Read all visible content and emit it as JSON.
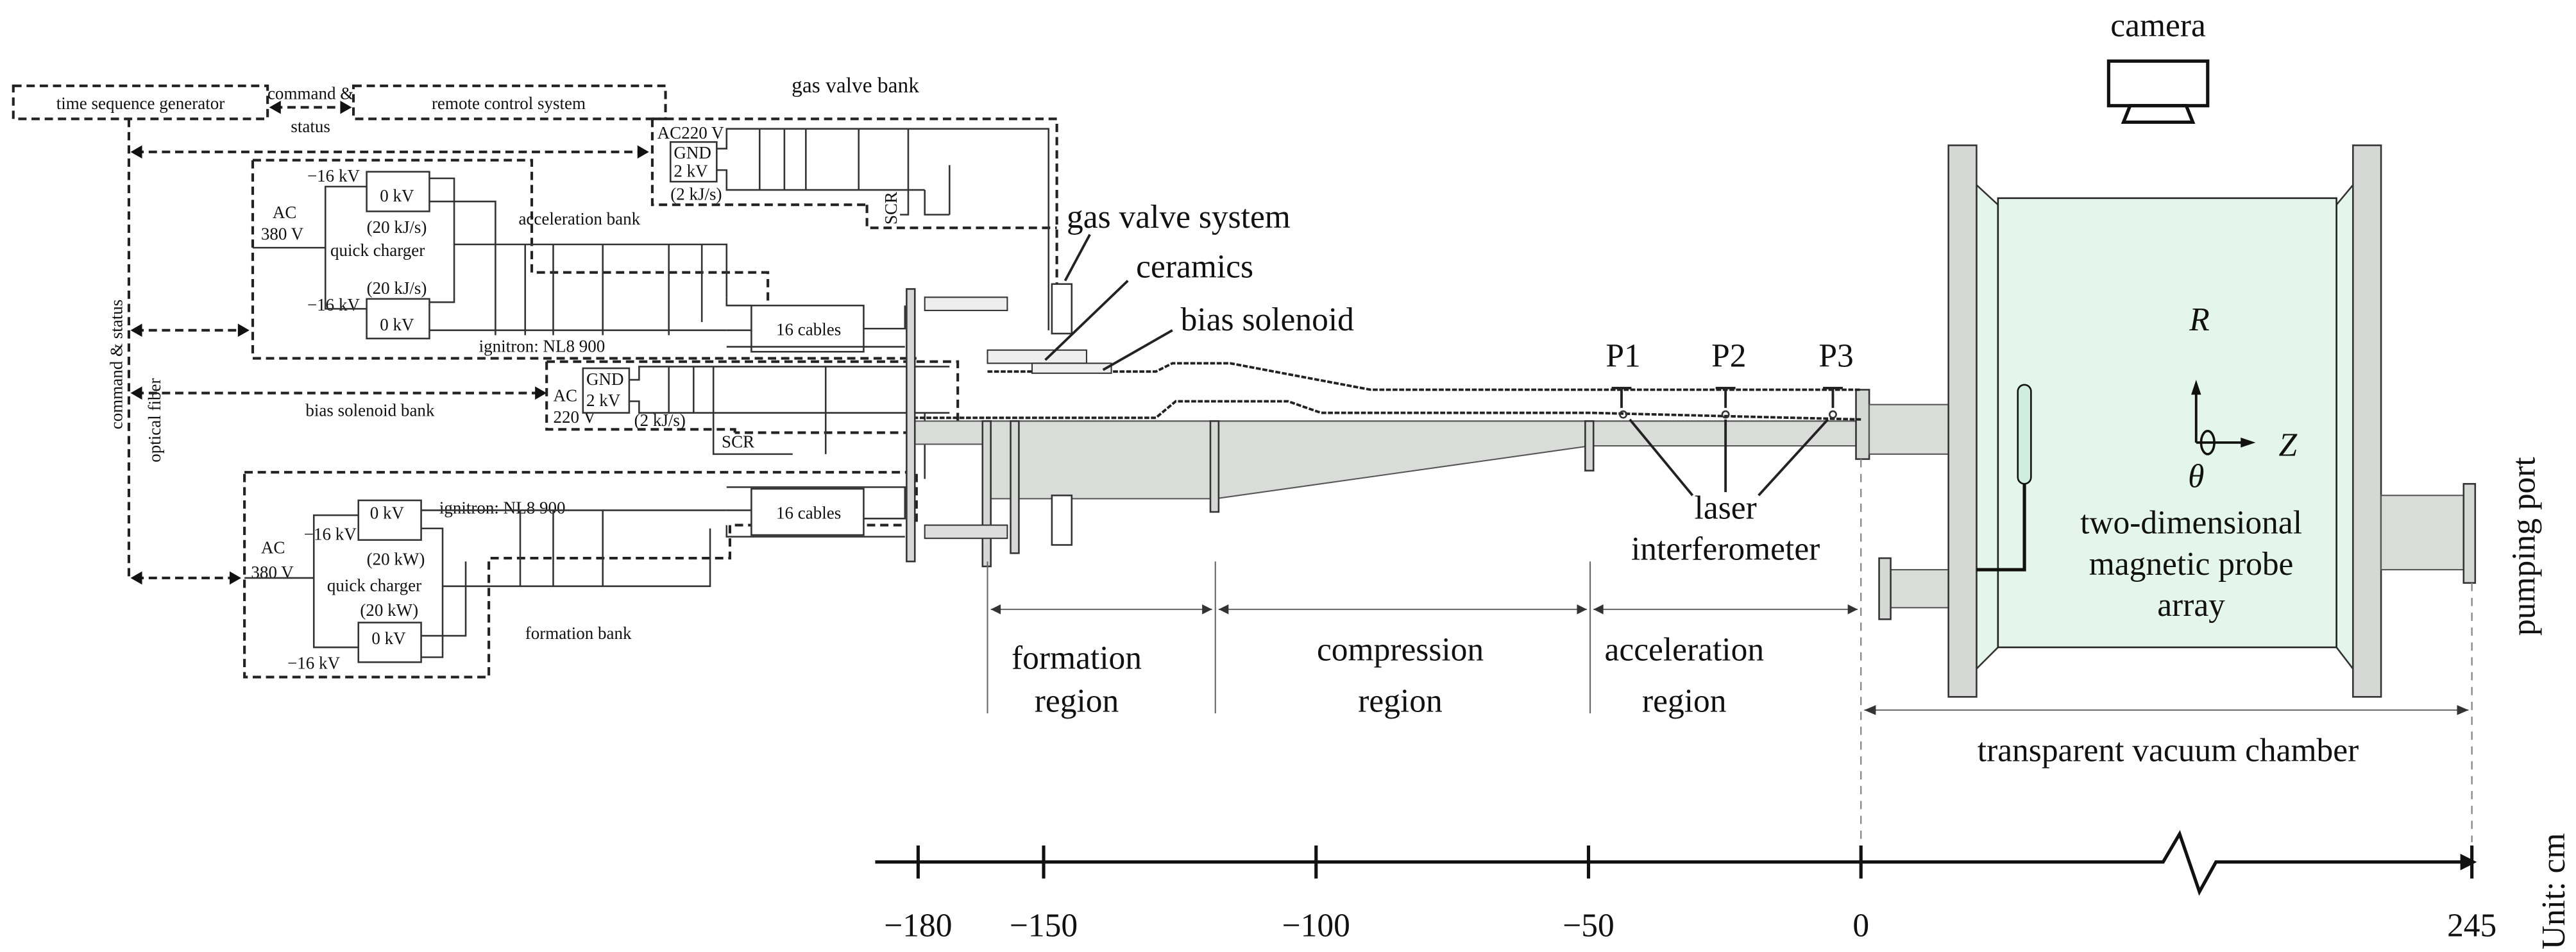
{
  "control": {
    "time_sequence_generator": "time sequence generator",
    "command_status_top_1": "command &",
    "command_status_top_2": "status",
    "remote_control_system": "remote control system",
    "command_status_side": "command & status",
    "optical_fiber": "optical fiber"
  },
  "gas_valve_bank": {
    "title": "gas valve bank",
    "ac": "AC220 V",
    "gnd": "GND",
    "kv": "2 kV",
    "rate": "(2 kJ/s)",
    "scr": "SCR"
  },
  "acceleration_bank": {
    "title": "acceleration bank",
    "ac": "AC",
    "v380": "380 V",
    "neg16_top": "−16 kV",
    "zero_top": "0 kV",
    "rate_top": "(20 kJ/s)",
    "quick_charger": "quick charger",
    "rate_bottom": "(20 kJ/s)",
    "neg16_bottom": "−16 kV",
    "zero_bottom": "0 kV",
    "ignitron": "ignitron: NL8 900",
    "cables": "16 cables"
  },
  "bias_solenoid_bank": {
    "title": "bias solenoid bank",
    "ac": "AC",
    "v220": "220 V",
    "gnd": "GND",
    "kv": "2 kV",
    "rate": "(2 kJ/s)",
    "scr": "SCR"
  },
  "formation_bank": {
    "title": "formation bank",
    "ac": "AC",
    "v380": "380 V",
    "ignitron": "ignitron: NL8 900",
    "zero_top": "0 kV",
    "neg16_top": "−16 kV",
    "rate_top": "(20 kW)",
    "quick_charger": "quick charger",
    "rate_bottom": "(20 kW)",
    "zero_bottom": "0 kV",
    "neg16_bottom": "−16 kV",
    "cables": "16 cables"
  },
  "device": {
    "gas_valve_system": "gas valve system",
    "ceramics": "ceramics",
    "bias_solenoid": "bias solenoid",
    "p1": "P1",
    "p2": "P2",
    "p3": "P3",
    "laser": "laser",
    "interferometer": "interferometer",
    "camera": "camera",
    "axis_r": "R",
    "axis_z": "Z",
    "axis_theta": "θ",
    "probe_1": "two-dimensional",
    "probe_2": "magnetic probe",
    "probe_3": "array",
    "pumping_port": "pumping port",
    "chamber_color": "#e4f5ec"
  },
  "regions": {
    "formation_1": "formation",
    "formation_2": "region",
    "compression_1": "compression",
    "compression_2": "region",
    "acceleration_1": "acceleration",
    "acceleration_2": "region",
    "chamber": "transparent vacuum chamber"
  },
  "scale": {
    "unit": "Unit: cm",
    "ticks": [
      "−180",
      "−150",
      "−100",
      "−50",
      "0",
      "245"
    ]
  }
}
